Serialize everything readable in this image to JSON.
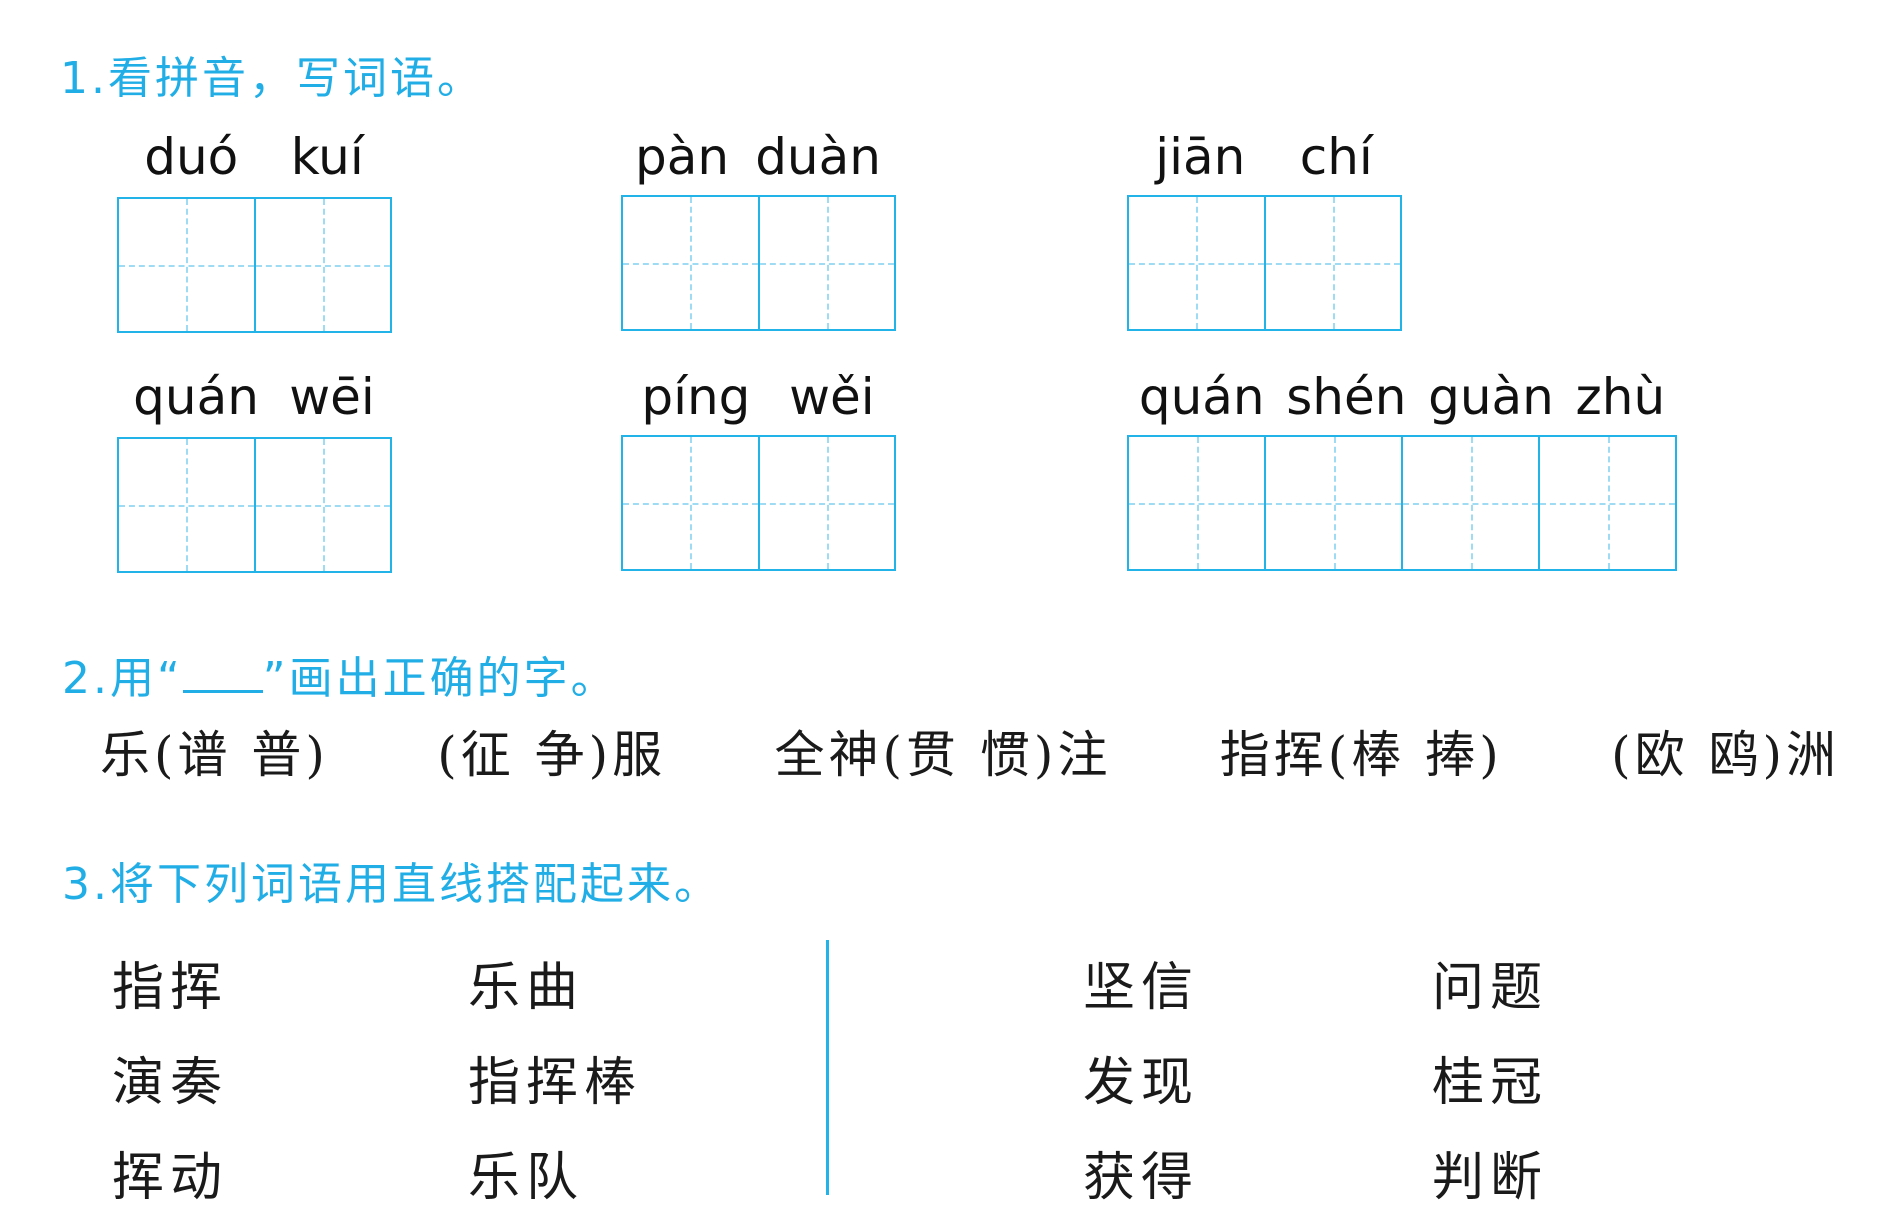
{
  "q1": {
    "title": "1.看拼音，写词语。",
    "items": [
      {
        "pinyin": [
          "duó",
          "kuí"
        ],
        "cells": 2
      },
      {
        "pinyin": [
          "pàn",
          "duàn"
        ],
        "cells": 2
      },
      {
        "pinyin": [
          "jiān",
          "chí"
        ],
        "cells": 2
      },
      {
        "pinyin": [
          "quán",
          "wēi"
        ],
        "cells": 2
      },
      {
        "pinyin": [
          "píng",
          "wěi"
        ],
        "cells": 2
      },
      {
        "pinyin": [
          "quán",
          "shén",
          "guàn",
          "zhù"
        ],
        "cells": 4
      }
    ]
  },
  "q2": {
    "title_prefix": "2.用“",
    "title_suffix": "”画出正确的字。",
    "items": [
      "乐(谱 普)",
      "(征 争)服",
      "全神(贯 惯)注",
      "指挥(棒 捧)",
      "(欧 鸥)洲"
    ]
  },
  "q3": {
    "title": "3.将下列词语用直线搭配起来。",
    "group1_left": [
      "指挥",
      "演奏",
      "挥动"
    ],
    "group1_right": [
      "乐曲",
      "指挥棒",
      "乐队"
    ],
    "group2_left": [
      "坚信",
      "发现",
      "获得"
    ],
    "group2_right": [
      "问题",
      "桂冠",
      "判断"
    ]
  },
  "colors": {
    "accent": "#21aee6",
    "grid": "#22b4e8",
    "grid_dash": "#9fdcf3",
    "text": "#1a1a1a"
  }
}
